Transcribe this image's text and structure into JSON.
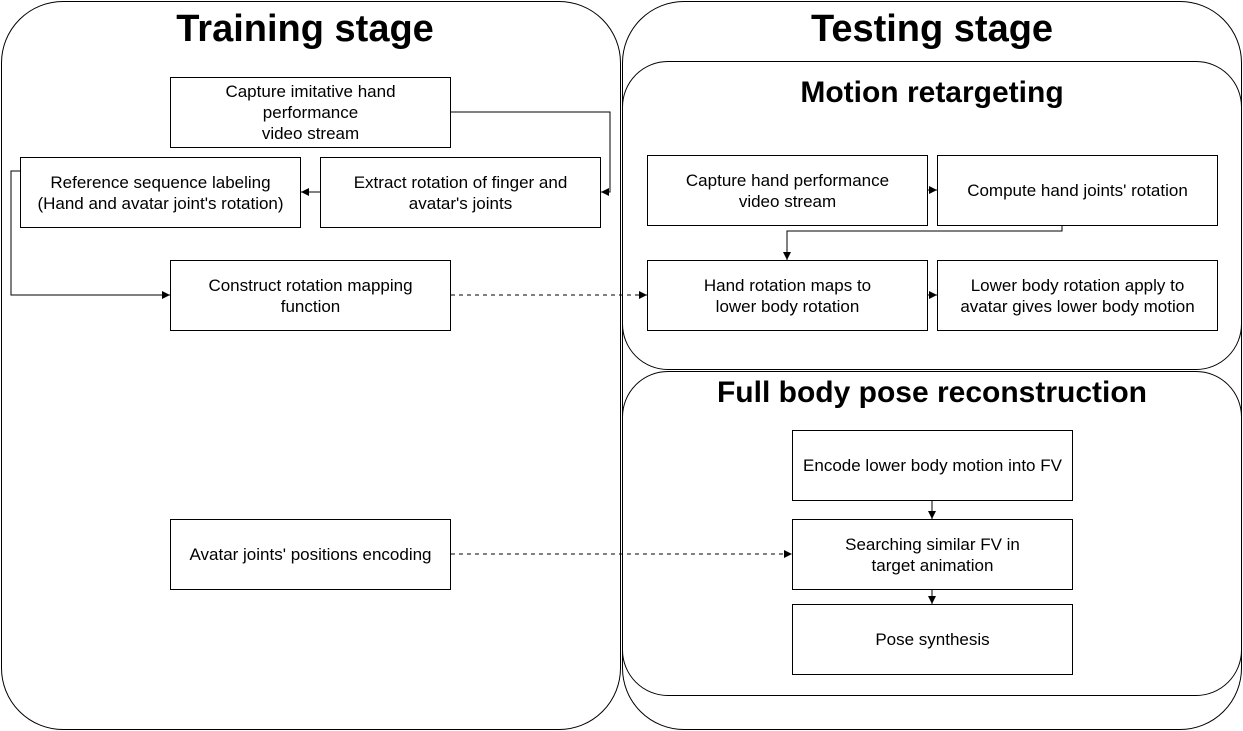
{
  "training": {
    "title": "Training stage",
    "boxes": {
      "capture": "Capture imitative hand\nperformance\nvideo stream",
      "extract": "Extract rotation of finger and\navatar's joints",
      "reference": "Reference sequence labeling\n(Hand and avatar joint's rotation)",
      "construct": "Construct rotation mapping\nfunction",
      "avatar_encoding": "Avatar joints' positions encoding"
    }
  },
  "testing": {
    "title": "Testing stage",
    "motion_retargeting": {
      "title": "Motion retargeting",
      "boxes": {
        "capture": "Capture hand performance\nvideo stream",
        "compute": "Compute hand joints' rotation",
        "maps": "Hand rotation maps to\nlower body rotation",
        "apply": "Lower body rotation apply to\navatar gives lower body motion"
      }
    },
    "reconstruction": {
      "title": "Full body pose reconstruction",
      "boxes": {
        "encode": "Encode lower body motion into FV",
        "search": "Searching similar FV in\ntarget animation",
        "synthesis": "Pose synthesis"
      }
    }
  }
}
